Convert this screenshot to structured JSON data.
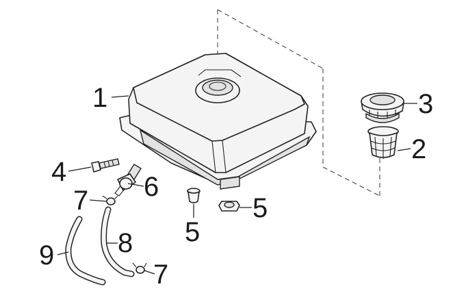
{
  "diagram": {
    "callouts": [
      {
        "id": "c1",
        "label": "1"
      },
      {
        "id": "c2",
        "label": "2"
      },
      {
        "id": "c3",
        "label": "3"
      },
      {
        "id": "c4",
        "label": "4"
      },
      {
        "id": "c5a",
        "label": "5"
      },
      {
        "id": "c5b",
        "label": "5"
      },
      {
        "id": "c6",
        "label": "6"
      },
      {
        "id": "c7a",
        "label": "7"
      },
      {
        "id": "c7b",
        "label": "7"
      },
      {
        "id": "c8",
        "label": "8"
      },
      {
        "id": "c9",
        "label": "9"
      }
    ]
  }
}
